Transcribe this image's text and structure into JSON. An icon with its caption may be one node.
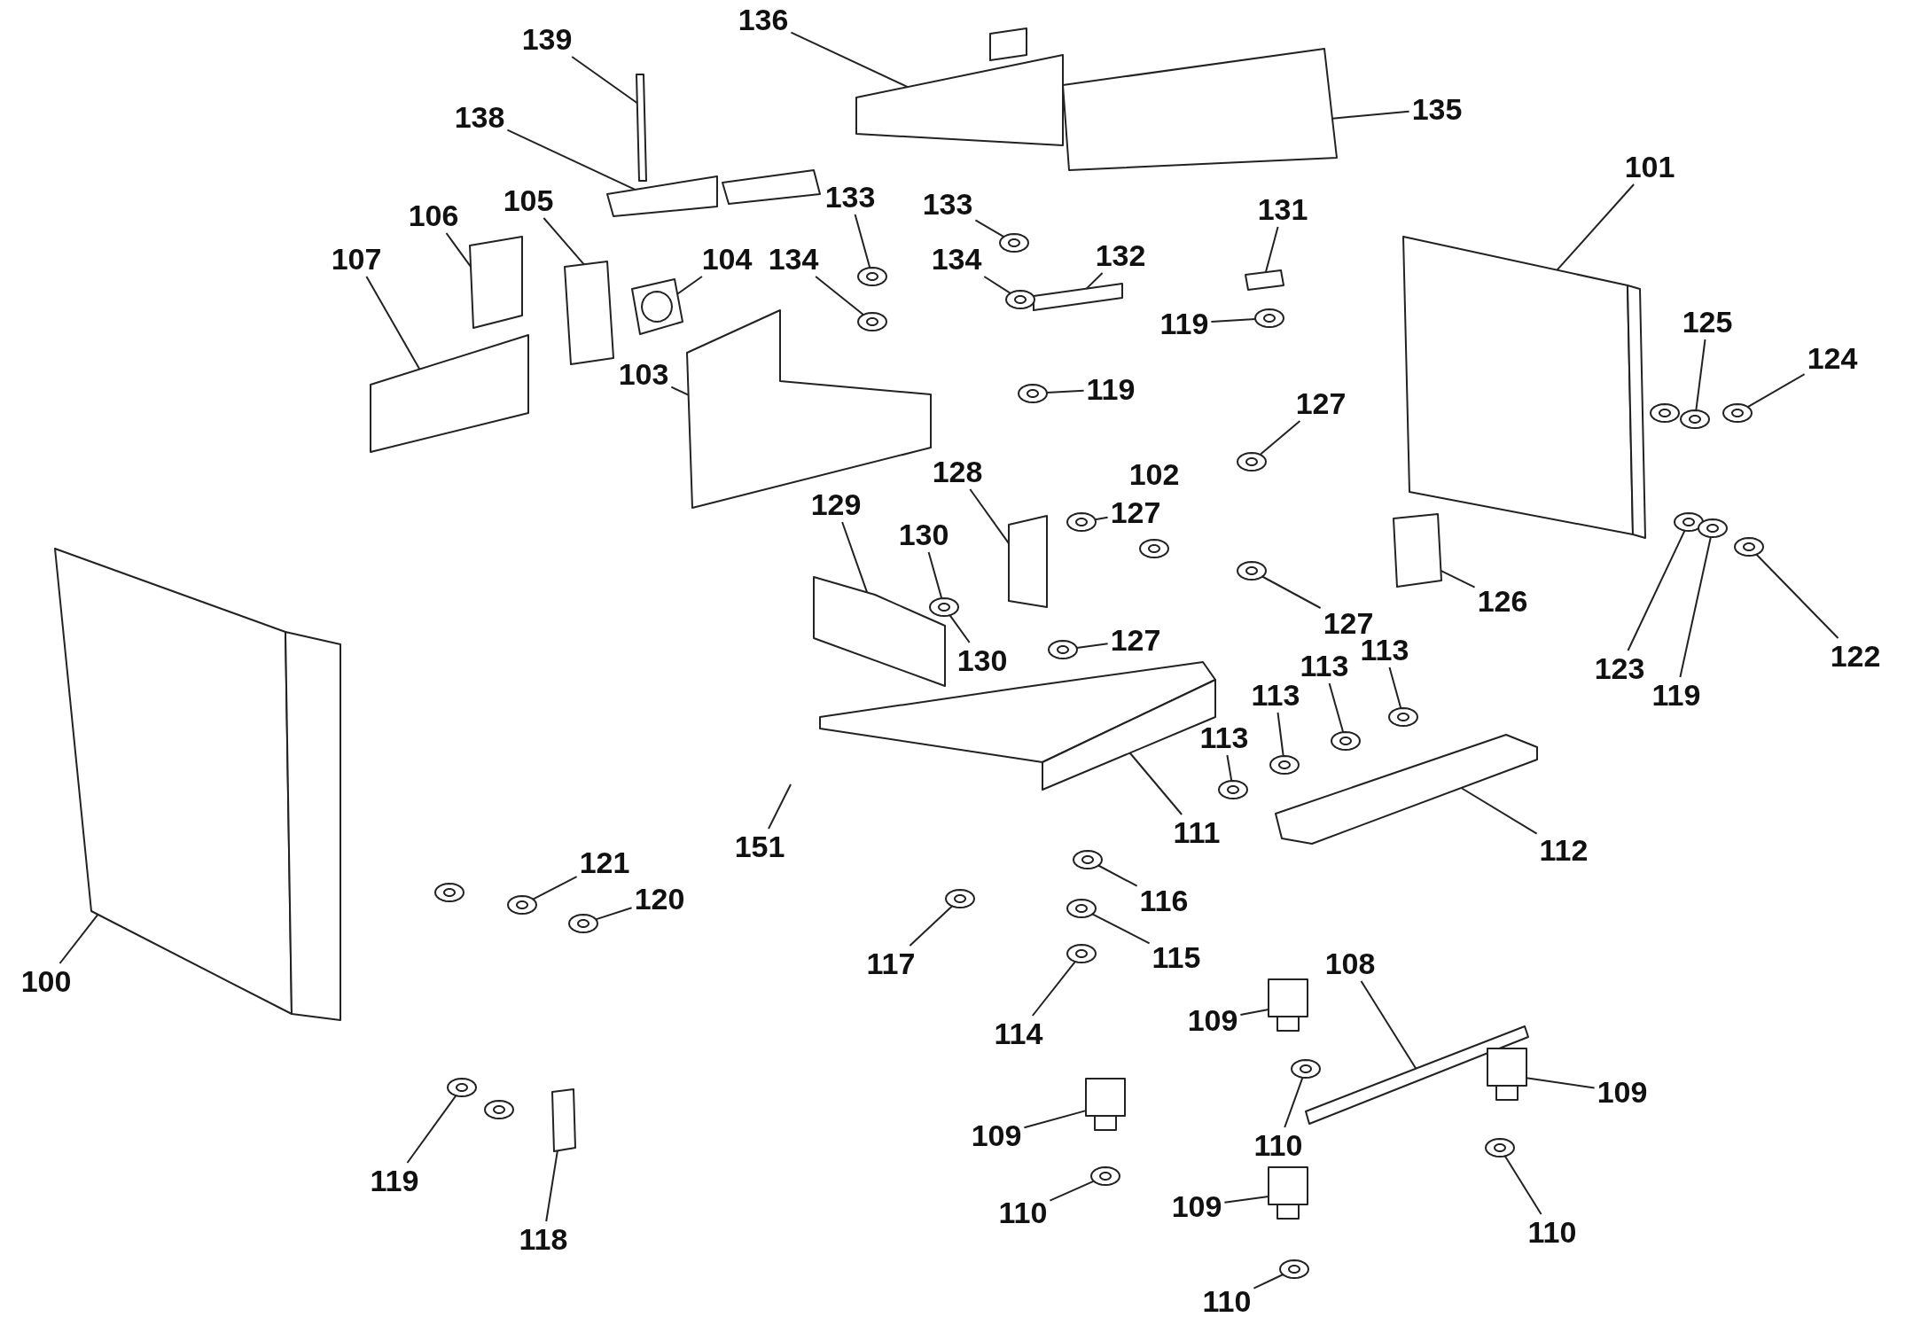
{
  "diagram": {
    "nodes": [
      {
        "text": [
          "136"
        ]
      },
      {
        "text": [
          "139"
        ]
      },
      {
        "text": [
          "135"
        ]
      },
      {
        "text": [
          "138"
        ]
      },
      {
        "text": [
          "101"
        ]
      },
      {
        "text": [
          "133"
        ]
      },
      {
        "text": [
          "133"
        ]
      },
      {
        "text": [
          "106"
        ]
      },
      {
        "text": [
          "105"
        ]
      },
      {
        "text": [
          "131"
        ]
      },
      {
        "text": [
          "132"
        ]
      },
      {
        "text": [
          "107"
        ]
      },
      {
        "text": [
          "104"
        ]
      },
      {
        "text": [
          "134"
        ]
      },
      {
        "text": [
          "134"
        ]
      },
      {
        "text": [
          "119"
        ]
      },
      {
        "text": [
          "125"
        ]
      },
      {
        "text": [
          "124"
        ]
      },
      {
        "text": [
          "103"
        ]
      },
      {
        "text": [
          "119"
        ]
      },
      {
        "text": [
          "127"
        ]
      },
      {
        "text": [
          "128"
        ]
      },
      {
        "text": [
          "129"
        ]
      },
      {
        "text": [
          "127"
        ]
      },
      {
        "text": [
          "130"
        ]
      },
      {
        "text": [
          "126"
        ]
      },
      {
        "text": [
          "127"
        ]
      },
      {
        "text": [
          "127"
        ]
      },
      {
        "text": [
          "123"
        ]
      },
      {
        "text": [
          "119"
        ]
      },
      {
        "text": [
          "122"
        ]
      },
      {
        "text": [
          "113"
        ]
      },
      {
        "text": [
          "113"
        ]
      },
      {
        "text": [
          "113"
        ]
      },
      {
        "text": [
          "113"
        ]
      },
      {
        "text": [
          "130"
        ]
      },
      {
        "text": [
          "111"
        ]
      },
      {
        "text": [
          "112"
        ]
      },
      {
        "text": [
          "151"
        ]
      },
      {
        "text": [
          "121"
        ]
      },
      {
        "text": [
          "116"
        ]
      },
      {
        "text": [
          "120"
        ]
      },
      {
        "text": [
          "115"
        ]
      },
      {
        "text": [
          "108"
        ]
      },
      {
        "text": [
          "117"
        ]
      },
      {
        "text": [
          "100"
        ]
      },
      {
        "text": [
          "109"
        ]
      },
      {
        "text": [
          "114"
        ]
      },
      {
        "text": [
          "109"
        ]
      },
      {
        "text": [
          "109"
        ]
      },
      {
        "text": [
          "110"
        ]
      },
      {
        "text": [
          "119"
        ]
      },
      {
        "text": [
          "110"
        ]
      },
      {
        "text": [
          "109"
        ]
      },
      {
        "text": [
          "110"
        ]
      },
      {
        "text": [
          "118"
        ]
      },
      {
        "text": [
          "110"
        ]
      },
      {
        "text": [
          "102"
        ]
      },
      {
        "text": [],
        "shape": "box"
      },
      {
        "text": [],
        "shape": "box"
      },
      {
        "text": [],
        "shape": "box"
      },
      {
        "text": [],
        "shape": "box"
      },
      {
        "text": [],
        "shape": "box"
      },
      {
        "text": [],
        "shape": "circle"
      },
      {
        "text": [],
        "shape": "circle"
      },
      {
        "text": [],
        "shape": "box"
      },
      {
        "text": [],
        "shape": "box"
      },
      {
        "text": [],
        "shape": "box"
      },
      {
        "text": [],
        "shape": "box"
      },
      {
        "text": [],
        "shape": "box"
      },
      {
        "text": [],
        "shape": "box"
      },
      {
        "text": [],
        "shape": "circle"
      },
      {
        "text": [],
        "shape": "circle"
      },
      {
        "text": [],
        "shape": "circle"
      },
      {
        "text": [],
        "shape": "circle"
      },
      {
        "text": [],
        "shape": "circle"
      },
      {
        "text": [],
        "shape": "box"
      },
      {
        "text": [],
        "shape": "circle"
      },
      {
        "text": [],
        "shape": "circle"
      },
      {
        "text": [],
        "shape": "box"
      },
      {
        "text": [],
        "shape": "box"
      },
      {
        "text": [],
        "shape": "circle"
      },
      {
        "text": [],
        "shape": "circle"
      },
      {
        "text": [],
        "shape": "box"
      },
      {
        "text": [],
        "shape": "circle"
      },
      {
        "text": [],
        "shape": "circle"
      },
      {
        "text": [],
        "shape": "circle"
      },
      {
        "text": [],
        "shape": "circle"
      },
      {
        "text": [],
        "shape": "circle"
      },
      {
        "text": [],
        "shape": "circle"
      },
      {
        "text": [],
        "shape": "circle"
      },
      {
        "text": [],
        "shape": "circle"
      },
      {
        "text": [],
        "shape": "circle"
      },
      {
        "text": [],
        "shape": "box"
      },
      {
        "text": [],
        "shape": "box"
      },
      {
        "text": [],
        "shape": "circle"
      },
      {
        "text": [],
        "shape": "circle"
      },
      {
        "text": [],
        "shape": "circle"
      },
      {
        "text": [],
        "shape": "circle"
      },
      {
        "text": [],
        "shape": "box"
      },
      {
        "text": [],
        "shape": "circle"
      },
      {
        "text": [],
        "shape": "box"
      },
      {
        "text": [],
        "shape": "box"
      },
      {
        "text": [],
        "shape": "circle"
      },
      {
        "text": [],
        "shape": "box"
      },
      {
        "text": [],
        "shape": "box"
      },
      {
        "text": [],
        "shape": "circle"
      },
      {
        "text": [],
        "shape": "circle"
      },
      {
        "text": [],
        "shape": "circle"
      },
      {
        "text": [],
        "shape": "box"
      },
      {
        "text": [],
        "shape": "circle"
      },
      {
        "text": [],
        "shape": "box"
      },
      {
        "text": [],
        "shape": "circle"
      }
    ],
    "edges": [
      {
        "from": 0,
        "to": 58,
        "arrow": "none"
      },
      {
        "from": 1,
        "to": 59,
        "arrow": "none"
      },
      {
        "from": 2,
        "to": 60,
        "arrow": "none"
      },
      {
        "from": 3,
        "to": 61,
        "arrow": "none"
      },
      {
        "from": 4,
        "to": 62,
        "arrow": "none"
      },
      {
        "from": 5,
        "to": 63,
        "arrow": "none"
      },
      {
        "from": 6,
        "to": 64,
        "arrow": "none"
      },
      {
        "from": 7,
        "to": 65,
        "arrow": "none"
      },
      {
        "from": 8,
        "to": 66,
        "arrow": "none"
      },
      {
        "from": 9,
        "to": 67,
        "arrow": "none"
      },
      {
        "from": 10,
        "to": 68,
        "arrow": "none"
      },
      {
        "from": 11,
        "to": 69,
        "arrow": "none"
      },
      {
        "from": 12,
        "to": 70,
        "arrow": "none"
      },
      {
        "from": 13,
        "to": 71,
        "arrow": "none"
      },
      {
        "from": 14,
        "to": 72,
        "arrow": "none"
      },
      {
        "from": 15,
        "to": 73,
        "arrow": "none"
      },
      {
        "from": 16,
        "to": 74,
        "arrow": "none"
      },
      {
        "from": 17,
        "to": 75,
        "arrow": "none"
      },
      {
        "from": 18,
        "to": 76,
        "arrow": "none"
      },
      {
        "from": 19,
        "to": 77,
        "arrow": "none"
      },
      {
        "from": 20,
        "to": 78,
        "arrow": "none"
      },
      {
        "from": 21,
        "to": 79,
        "arrow": "none"
      },
      {
        "from": 22,
        "to": 80,
        "arrow": "none"
      },
      {
        "from": 23,
        "to": 81,
        "arrow": "none"
      },
      {
        "from": 24,
        "to": 82,
        "arrow": "none"
      },
      {
        "from": 25,
        "to": 83,
        "arrow": "none"
      },
      {
        "from": 26,
        "to": 84,
        "arrow": "none"
      },
      {
        "from": 27,
        "to": 85,
        "arrow": "none"
      },
      {
        "from": 28,
        "to": 86,
        "arrow": "none"
      },
      {
        "from": 29,
        "to": 87,
        "arrow": "none"
      },
      {
        "from": 30,
        "to": 88,
        "arrow": "none"
      },
      {
        "from": 31,
        "to": 89,
        "arrow": "none"
      },
      {
        "from": 32,
        "to": 90,
        "arrow": "none"
      },
      {
        "from": 33,
        "to": 91,
        "arrow": "none"
      },
      {
        "from": 34,
        "to": 92,
        "arrow": "none"
      },
      {
        "from": 35,
        "to": 82,
        "arrow": "none"
      },
      {
        "from": 36,
        "to": 93,
        "arrow": "none"
      },
      {
        "from": 37,
        "to": 94,
        "arrow": "none"
      },
      {
        "from": 38,
        "to": null,
        "arrow": "none"
      },
      {
        "from": 39,
        "to": 95,
        "arrow": "none"
      },
      {
        "from": 40,
        "to": 96,
        "arrow": "none"
      },
      {
        "from": 41,
        "to": 97,
        "arrow": "none"
      },
      {
        "from": 42,
        "to": 98,
        "arrow": "none"
      },
      {
        "from": 43,
        "to": 99,
        "arrow": "none"
      },
      {
        "from": 44,
        "to": 100,
        "arrow": "none"
      },
      {
        "from": 45,
        "to": 101,
        "arrow": "none"
      },
      {
        "from": 46,
        "to": 102,
        "arrow": "none"
      },
      {
        "from": 47,
        "to": 103,
        "arrow": "none"
      },
      {
        "from": 48,
        "to": 104,
        "arrow": "none"
      },
      {
        "from": 49,
        "to": 105,
        "arrow": "none"
      },
      {
        "from": 50,
        "to": 106,
        "arrow": "none"
      },
      {
        "from": 51,
        "to": 107,
        "arrow": "none"
      },
      {
        "from": 52,
        "to": 108,
        "arrow": "none"
      },
      {
        "from": 53,
        "to": 109,
        "arrow": "none"
      },
      {
        "from": 54,
        "to": 110,
        "arrow": "none"
      },
      {
        "from": 55,
        "to": 111,
        "arrow": "none"
      },
      {
        "from": 56,
        "to": 112,
        "arrow": "none"
      }
    ]
  }
}
